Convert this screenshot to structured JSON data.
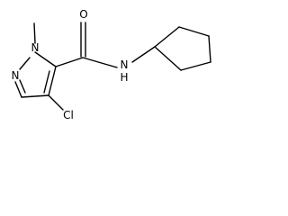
{
  "molecule": {
    "atoms": {
      "n_methyl": "N",
      "n_ring": "N",
      "carbonyl_o": "O",
      "amide_n": "N",
      "amide_h": "H",
      "chlorine": "Cl"
    }
  },
  "colors": {
    "bond": "#000000",
    "background": "#ffffff"
  }
}
